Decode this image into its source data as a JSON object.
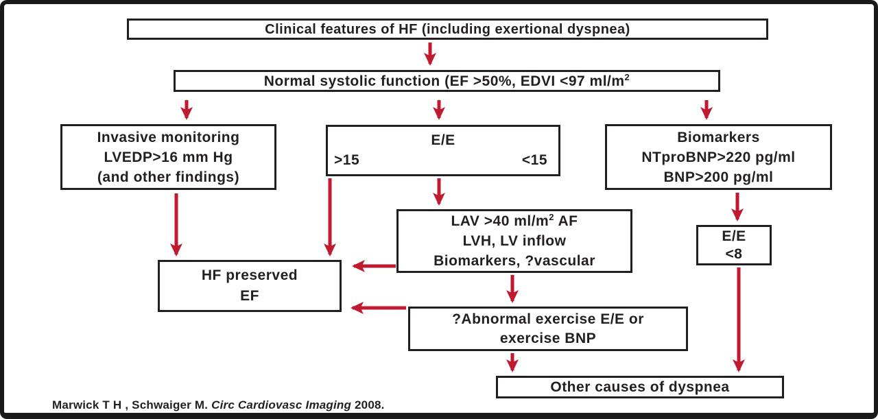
{
  "colors": {
    "arrow": "#C01A30",
    "text": "#231F20",
    "box_border": "#231F20",
    "background": "#FFFFFF"
  },
  "diagram": {
    "title_box": {
      "text": "Clinical features of HF (including exertional dyspnea)"
    },
    "systolic_box": {
      "text_main": "Normal systolic function (EF >50%, EDVI <97 ml/m",
      "superscript": "2"
    },
    "invasive_box": {
      "lines": [
        "Invasive monitoring",
        "LVEDP>16 mm Hg",
        "(and other findings)"
      ]
    },
    "ee_box": {
      "title": "E/E",
      "left_value": ">15",
      "right_value": "<15"
    },
    "biomarkers_box": {
      "lines": [
        "Biomarkers",
        "NTproBNP>220 pg/ml",
        "BNP>200 pg/ml"
      ]
    },
    "lav_box": {
      "line1_pre": "LAV >40 ml/m",
      "line1_sup": "2",
      "line1_post": " AF",
      "line2": "LVH, LV inflow",
      "line3": "Biomarkers, ?vascular"
    },
    "ee8_box": {
      "line1": "E/E",
      "line2": "<8"
    },
    "hf_box": {
      "line1": "HF preserved",
      "line2": "EF"
    },
    "abnormal_box": {
      "line1": "?Abnormal exercise E/E or",
      "line2": "exercise BNP"
    },
    "other_box": {
      "text": "Other causes of dyspnea"
    },
    "citation": {
      "authors": "Marwick T H , Schwaiger M. ",
      "journal_italic": "Circ Cardiovasc Imaging",
      "year": " 2008."
    }
  }
}
